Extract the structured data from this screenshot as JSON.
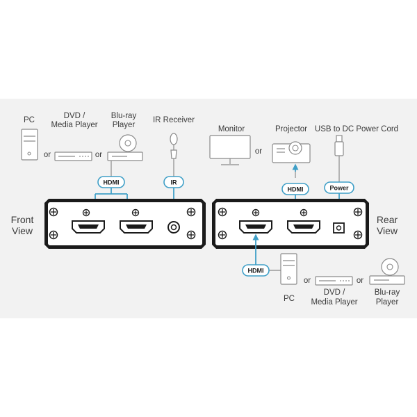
{
  "front": {
    "title_line1": "Front",
    "title_line2": "View",
    "sources": {
      "pc_label": "PC",
      "dvd_label_line1": "DVD /",
      "dvd_label_line2": "Media Player",
      "bluray_label_line1": "Blu-ray",
      "bluray_label_line2": "Player",
      "or_1": "or",
      "or_2": "or"
    },
    "ir_receiver_label": "IR Receiver",
    "hdmi_tag": "HDMI",
    "ir_tag": "IR"
  },
  "rear": {
    "title_line1": "Rear",
    "title_line2": "View",
    "monitor_label": "Monitor",
    "or_display": "or",
    "projector_label": "Projector",
    "power_cord_label": "USB to DC Power Cord",
    "hdmi_out_tag": "HDMI",
    "power_tag": "Power",
    "hdmi_in_tag": "HDMI",
    "sources": {
      "pc_label": "PC",
      "dvd_label_line1": "DVD /",
      "dvd_label_line2": "Media Player",
      "bluray_label_line1": "Blu-ray",
      "bluray_label_line2": "Player",
      "or_1": "or",
      "or_2": "or"
    }
  },
  "colors": {
    "cable": "#3f9fc7",
    "device_outline": "#8a8a8a",
    "unit_body": "#1a1a1a",
    "panel_background": "#f2f2f2"
  }
}
